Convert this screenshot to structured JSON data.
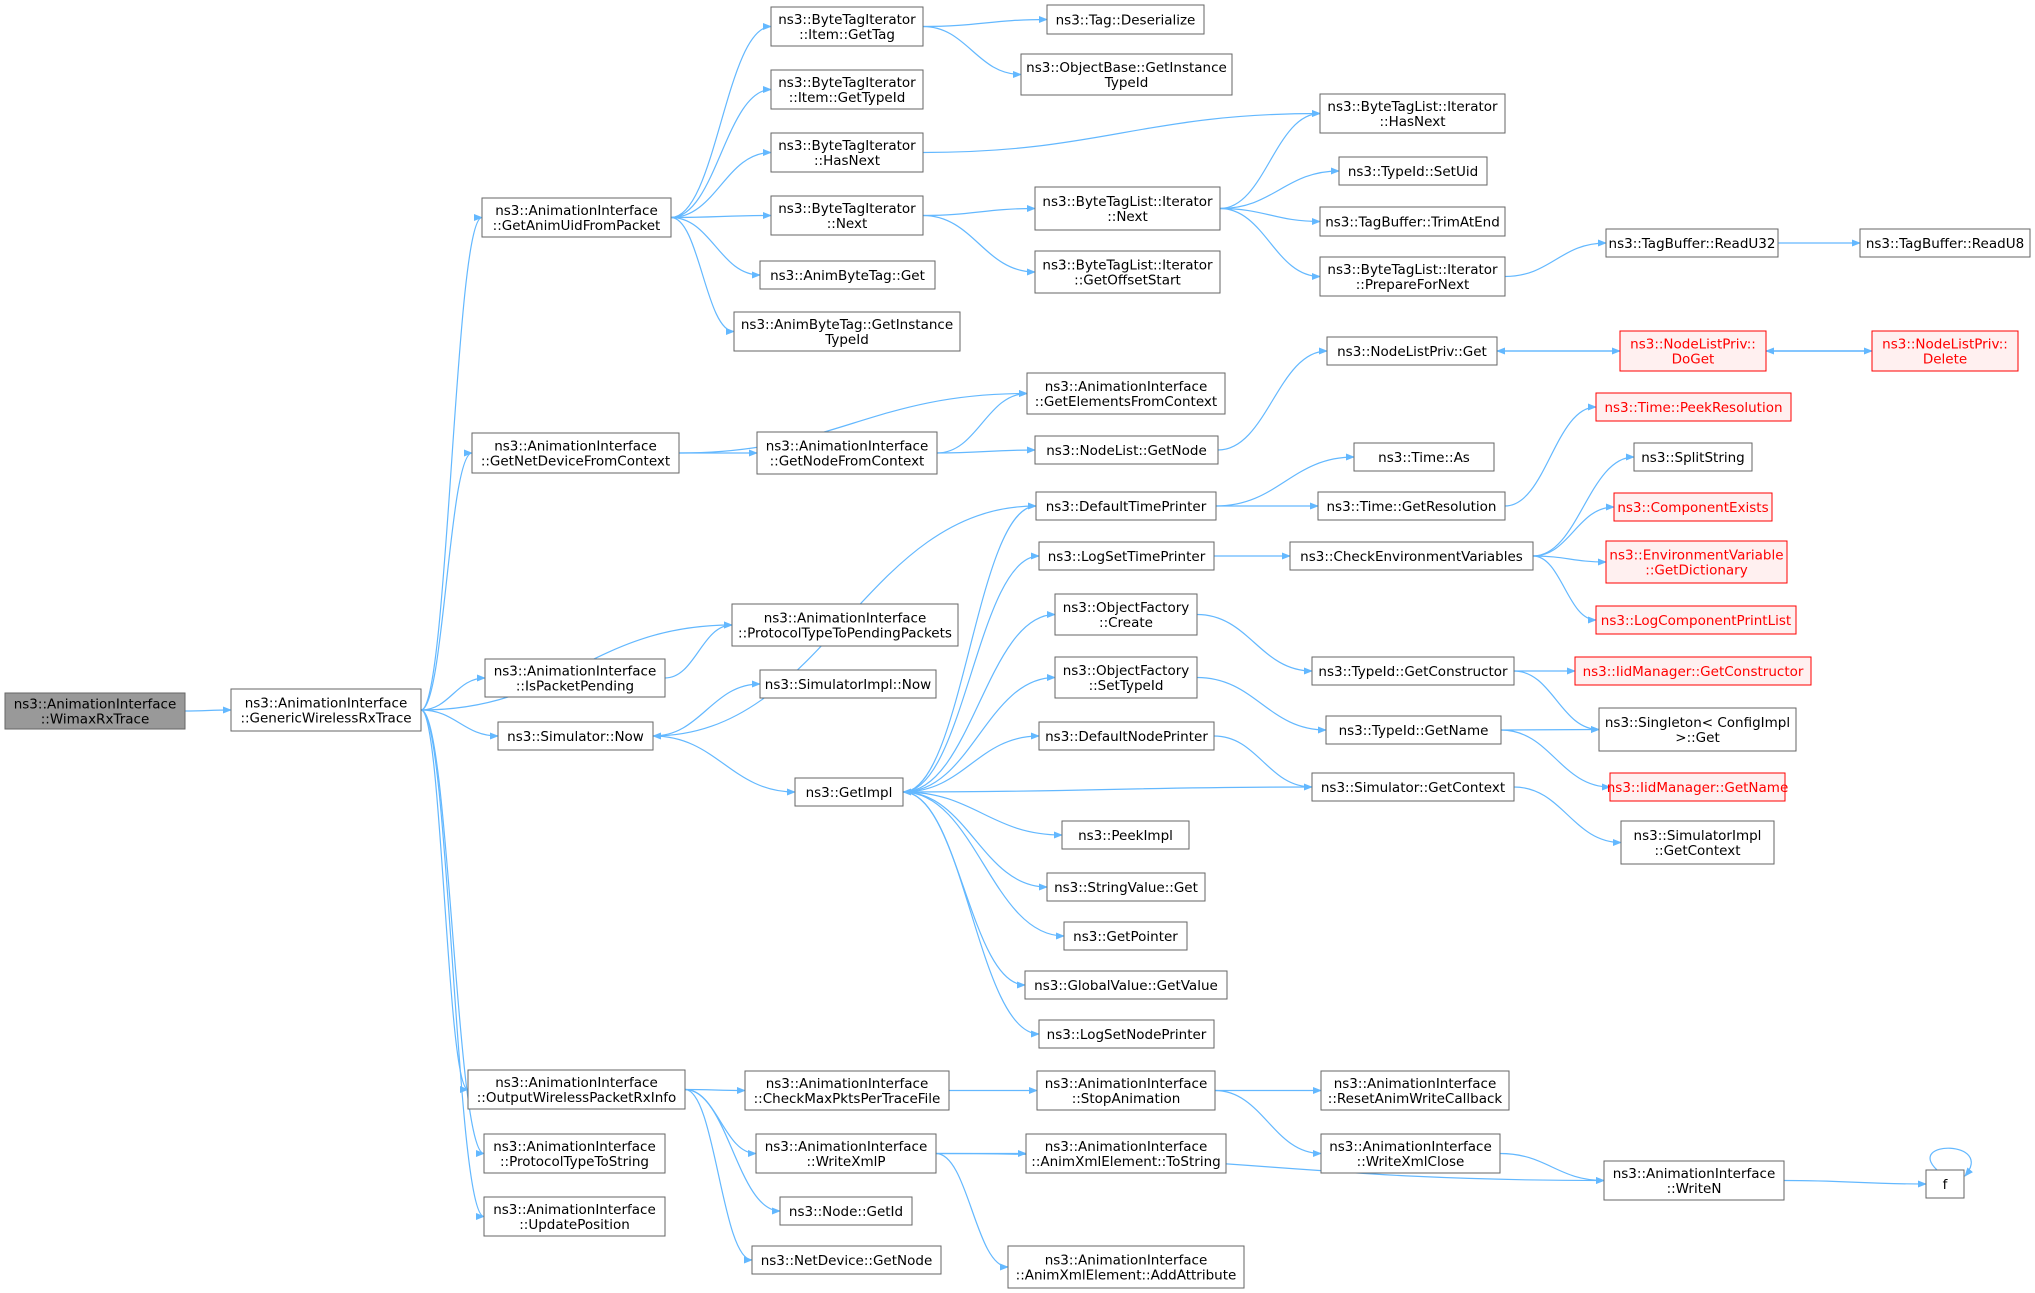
{
  "colors": {
    "edge": "#63b8ff",
    "box_stroke": "#666666",
    "root_fill": "#999999",
    "truncated_stroke": "#ff0000",
    "truncated_fill": "#fff0f0",
    "text_normal": "#000000",
    "text_truncated": "#ff0000"
  },
  "nodes": [
    {
      "id": "wimax",
      "lines": [
        "ns3::AnimationInterface",
        "::WimaxRxTrace"
      ],
      "style": "root"
    },
    {
      "id": "gwrt",
      "lines": [
        "ns3::AnimationInterface",
        "::GenericWirelessRxTrace"
      ],
      "style": "normal"
    },
    {
      "id": "gauid",
      "lines": [
        "ns3::AnimationInterface",
        "::GetAnimUidFromPacket"
      ],
      "style": "normal"
    },
    {
      "id": "gndfc",
      "lines": [
        "ns3::AnimationInterface",
        "::GetNetDeviceFromContext"
      ],
      "style": "normal"
    },
    {
      "id": "ipp",
      "lines": [
        "ns3::AnimationInterface",
        "::IsPacketPending"
      ],
      "style": "normal"
    },
    {
      "id": "snow",
      "lines": [
        "ns3::Simulator::Now"
      ],
      "style": "normal"
    },
    {
      "id": "owpri",
      "lines": [
        "ns3::AnimationInterface",
        "::OutputWirelessPacketRxInfo"
      ],
      "style": "normal"
    },
    {
      "id": "ptts",
      "lines": [
        "ns3::AnimationInterface",
        "::ProtocolTypeToString"
      ],
      "style": "normal"
    },
    {
      "id": "upos",
      "lines": [
        "ns3::AnimationInterface",
        "::UpdatePosition"
      ],
      "style": "normal"
    },
    {
      "id": "btigt",
      "lines": [
        "ns3::ByteTagIterator",
        "::Item::GetTag"
      ],
      "style": "normal"
    },
    {
      "id": "btigti",
      "lines": [
        "ns3::ByteTagIterator",
        "::Item::GetTypeId"
      ],
      "style": "normal"
    },
    {
      "id": "bthn",
      "lines": [
        "ns3::ByteTagIterator",
        "::HasNext"
      ],
      "style": "normal"
    },
    {
      "id": "btn",
      "lines": [
        "ns3::ByteTagIterator",
        "::Next"
      ],
      "style": "normal"
    },
    {
      "id": "abtget",
      "lines": [
        "ns3::AnimByteTag::Get"
      ],
      "style": "normal"
    },
    {
      "id": "abtgit",
      "lines": [
        "ns3::AnimByteTag::GetInstance",
        "TypeId"
      ],
      "style": "normal"
    },
    {
      "id": "tagdes",
      "lines": [
        "ns3::Tag::Deserialize"
      ],
      "style": "normal"
    },
    {
      "id": "obgit",
      "lines": [
        "ns3::ObjectBase::GetInstance",
        "TypeId"
      ],
      "style": "normal"
    },
    {
      "id": "btlin",
      "lines": [
        "ns3::ByteTagList::Iterator",
        "::Next"
      ],
      "style": "normal"
    },
    {
      "id": "btlios",
      "lines": [
        "ns3::ByteTagList::Iterator",
        "::GetOffsetStart"
      ],
      "style": "normal"
    },
    {
      "id": "btlihn",
      "lines": [
        "ns3::ByteTagList::Iterator",
        "::HasNext"
      ],
      "style": "normal"
    },
    {
      "id": "tidsu",
      "lines": [
        "ns3::TypeId::SetUid"
      ],
      "style": "normal"
    },
    {
      "id": "tbtae",
      "lines": [
        "ns3::TagBuffer::TrimAtEnd"
      ],
      "style": "normal"
    },
    {
      "id": "btlipfn",
      "lines": [
        "ns3::ByteTagList::Iterator",
        "::PrepareForNext"
      ],
      "style": "normal"
    },
    {
      "id": "tbru32",
      "lines": [
        "ns3::TagBuffer::ReadU32"
      ],
      "style": "normal"
    },
    {
      "id": "tbru8",
      "lines": [
        "ns3::TagBuffer::ReadU8"
      ],
      "style": "normal"
    },
    {
      "id": "aigefc",
      "lines": [
        "ns3::AnimationInterface",
        "::GetElementsFromContext"
      ],
      "style": "normal"
    },
    {
      "id": "aignfc",
      "lines": [
        "ns3::AnimationInterface",
        "::GetNodeFromContext"
      ],
      "style": "normal"
    },
    {
      "id": "nlgn",
      "lines": [
        "ns3::NodeList::GetNode"
      ],
      "style": "normal"
    },
    {
      "id": "nlpget",
      "lines": [
        "ns3::NodeListPriv::Get"
      ],
      "style": "normal"
    },
    {
      "id": "nlpdoget",
      "lines": [
        "ns3::NodeListPriv::",
        "DoGet"
      ],
      "style": "truncated"
    },
    {
      "id": "nlpdel",
      "lines": [
        "ns3::NodeListPriv::",
        "Delete"
      ],
      "style": "truncated"
    },
    {
      "id": "tpr",
      "lines": [
        "ns3::Time::PeekResolution"
      ],
      "style": "truncated"
    },
    {
      "id": "timeas",
      "lines": [
        "ns3::Time::As"
      ],
      "style": "normal"
    },
    {
      "id": "dtp",
      "lines": [
        "ns3::DefaultTimePrinter"
      ],
      "style": "normal"
    },
    {
      "id": "tgr",
      "lines": [
        "ns3::Time::GetResolution"
      ],
      "style": "normal"
    },
    {
      "id": "split",
      "lines": [
        "ns3::SplitString"
      ],
      "style": "normal"
    },
    {
      "id": "ce",
      "lines": [
        "ns3::ComponentExists"
      ],
      "style": "truncated"
    },
    {
      "id": "lstp",
      "lines": [
        "ns3::LogSetTimePrinter"
      ],
      "style": "normal"
    },
    {
      "id": "cev",
      "lines": [
        "ns3::CheckEnvironmentVariables"
      ],
      "style": "normal"
    },
    {
      "id": "evgd",
      "lines": [
        "ns3::EnvironmentVariable",
        "::GetDictionary"
      ],
      "style": "truncated"
    },
    {
      "id": "lcpl",
      "lines": [
        "ns3::LogComponentPrintList"
      ],
      "style": "truncated"
    },
    {
      "id": "ofc",
      "lines": [
        "ns3::ObjectFactory",
        "::Create"
      ],
      "style": "normal"
    },
    {
      "id": "ptpp",
      "lines": [
        "ns3::AnimationInterface",
        "::ProtocolTypeToPendingPackets"
      ],
      "style": "normal"
    },
    {
      "id": "tidgc",
      "lines": [
        "ns3::TypeId::GetConstructor"
      ],
      "style": "normal"
    },
    {
      "id": "imgc",
      "lines": [
        "ns3::IidManager::GetConstructor"
      ],
      "style": "truncated"
    },
    {
      "id": "sinow",
      "lines": [
        "ns3::SimulatorImpl::Now"
      ],
      "style": "normal"
    },
    {
      "id": "ofst",
      "lines": [
        "ns3::ObjectFactory",
        "::SetTypeId"
      ],
      "style": "normal"
    },
    {
      "id": "tidgn",
      "lines": [
        "ns3::TypeId::GetName"
      ],
      "style": "normal"
    },
    {
      "id": "sing",
      "lines": [
        "ns3::Singleton< ConfigImpl",
        ">::Get"
      ],
      "style": "normal"
    },
    {
      "id": "dnp",
      "lines": [
        "ns3::DefaultNodePrinter"
      ],
      "style": "normal"
    },
    {
      "id": "imgn",
      "lines": [
        "ns3::IidManager::GetName"
      ],
      "style": "truncated"
    },
    {
      "id": "getimpl",
      "lines": [
        "ns3::GetImpl"
      ],
      "style": "normal"
    },
    {
      "id": "sgc",
      "lines": [
        "ns3::Simulator::GetContext"
      ],
      "style": "normal"
    },
    {
      "id": "peekimpl",
      "lines": [
        "ns3::PeekImpl"
      ],
      "style": "normal"
    },
    {
      "id": "sigc",
      "lines": [
        "ns3::SimulatorImpl",
        "::GetContext"
      ],
      "style": "normal"
    },
    {
      "id": "svget",
      "lines": [
        "ns3::StringValue::Get"
      ],
      "style": "normal"
    },
    {
      "id": "getptr",
      "lines": [
        "ns3::GetPointer"
      ],
      "style": "normal"
    },
    {
      "id": "gvgv",
      "lines": [
        "ns3::GlobalValue::GetValue"
      ],
      "style": "normal"
    },
    {
      "id": "lsnp",
      "lines": [
        "ns3::LogSetNodePrinter"
      ],
      "style": "normal"
    },
    {
      "id": "cmpptf",
      "lines": [
        "ns3::AnimationInterface",
        "::CheckMaxPktsPerTraceFile"
      ],
      "style": "normal"
    },
    {
      "id": "stopanim",
      "lines": [
        "ns3::AnimationInterface",
        "::StopAnimation"
      ],
      "style": "normal"
    },
    {
      "id": "rawc",
      "lines": [
        "ns3::AnimationInterface",
        "::ResetAnimWriteCallback"
      ],
      "style": "normal"
    },
    {
      "id": "wxp",
      "lines": [
        "ns3::AnimationInterface",
        "::WriteXmlP"
      ],
      "style": "normal"
    },
    {
      "id": "axets",
      "lines": [
        "ns3::AnimationInterface",
        "::AnimXmlElement::ToString"
      ],
      "style": "normal"
    },
    {
      "id": "wxc",
      "lines": [
        "ns3::AnimationInterface",
        "::WriteXmlClose"
      ],
      "style": "normal"
    },
    {
      "id": "writen",
      "lines": [
        "ns3::AnimationInterface",
        "::WriteN"
      ],
      "style": "normal"
    },
    {
      "id": "f",
      "lines": [
        "f"
      ],
      "style": "normal"
    },
    {
      "id": "nodegid",
      "lines": [
        "ns3::Node::GetId"
      ],
      "style": "normal"
    },
    {
      "id": "ndgn",
      "lines": [
        "ns3::NetDevice::GetNode"
      ],
      "style": "normal"
    },
    {
      "id": "axeaa",
      "lines": [
        "ns3::AnimationInterface",
        "::AnimXmlElement::AddAttribute"
      ],
      "style": "normal"
    }
  ]
}
